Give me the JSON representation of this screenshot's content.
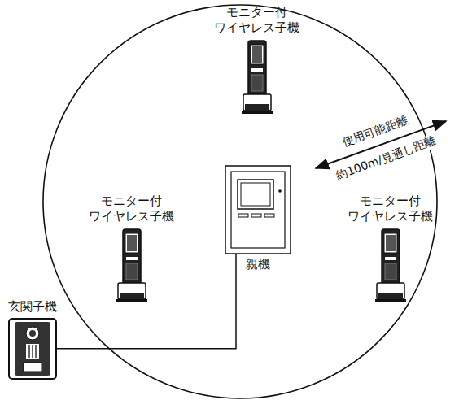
{
  "diagram": {
    "nodes": [
      {
        "text": [
          "モニター付 ワイヤレス子機"
        ]
      },
      {
        "text": [
          "モニター付 ワイヤレス子機"
        ]
      },
      {
        "text": [
          "モニター付 ワイヤレス子機"
        ]
      },
      {
        "text": [
          "親機"
        ]
      },
      {
        "text": [
          "玄関子機"
        ]
      }
    ],
    "edges": [
      {
        "from": 4,
        "to": 3,
        "arrow": "none"
      }
    ],
    "labels": [
      "使用可能距離",
      "約100m/見通し距離"
    ]
  }
}
